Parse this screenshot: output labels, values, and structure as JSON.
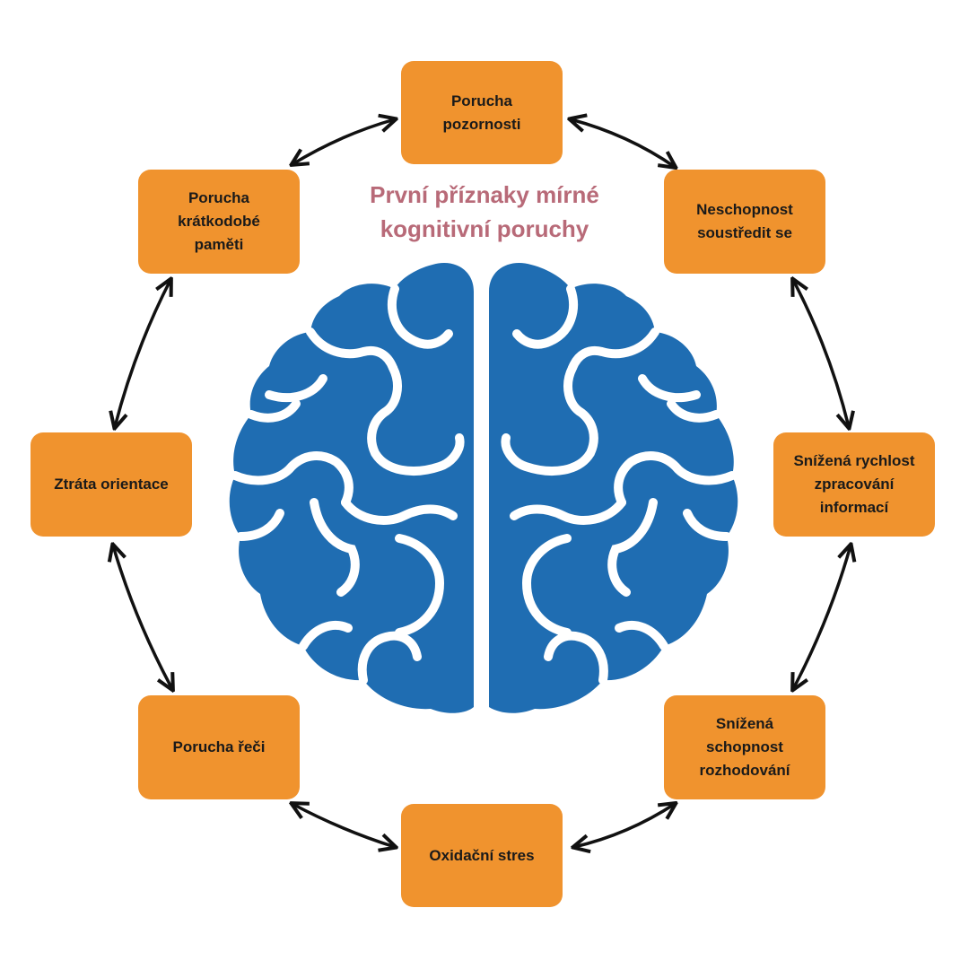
{
  "title": "První příznaky mírné\nkognitivní poruchy",
  "nodes": {
    "top": "Porucha\npozornosti",
    "top_right": "Neschopnost\nsoustředit se",
    "right": "Snížená rychlost\nzpracování\ninformací",
    "bottom_right": "Snížená\nschopnost\nrozhodování",
    "bottom": "Oxidační stres",
    "bottom_left": "Porucha řeči",
    "left": "Ztráta orientace",
    "top_left": "Porucha\nkrátkodobé\npaměti"
  },
  "colors": {
    "box_fill": "#f0932e",
    "box_text": "#1a1a1a",
    "title": "#b86a78",
    "brain": "#1f6db2",
    "arrows": "#111111"
  },
  "icons": [
    "brain-icon",
    "double-arrow-icon"
  ]
}
